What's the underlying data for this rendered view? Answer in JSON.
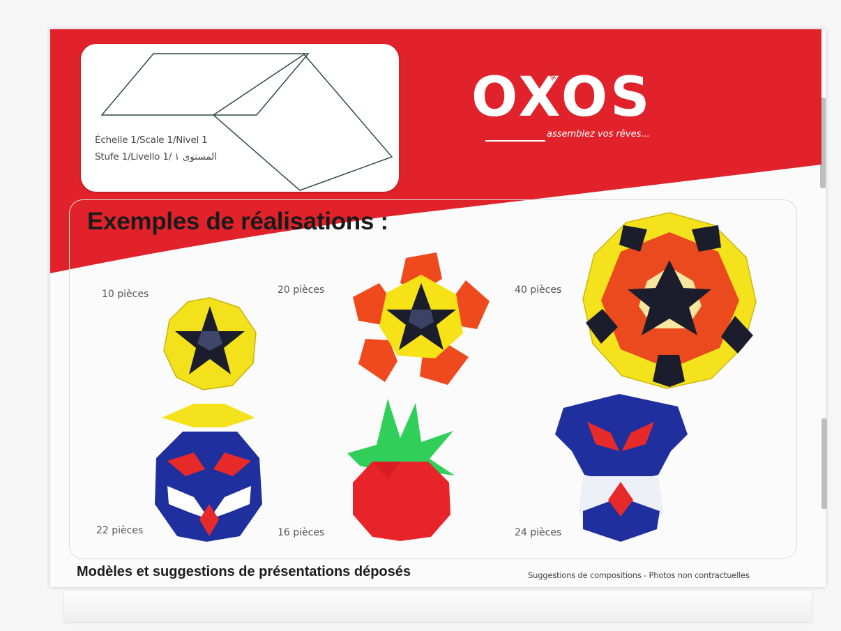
{
  "scale_card": {
    "line1": "Échelle 1/Scale 1/Nivel 1",
    "line2": "Stufe 1/Livello 1/ المستوى ١"
  },
  "logo": {
    "word": "OXOS",
    "game": "GAME",
    "tagline": "assemblez vos rêves..."
  },
  "heading": "Exemples de réalisations :",
  "examples": [
    {
      "label": "10 pièces"
    },
    {
      "label": "20 pièces"
    },
    {
      "label": "40 pièces"
    },
    {
      "label": "22 pièces"
    },
    {
      "label": "16 pièces"
    },
    {
      "label": "24 pièces"
    }
  ],
  "footer": {
    "left": "Modèles et suggestions de présentations déposés",
    "right": "Suggestions de compositions - Photos non contractuelles"
  },
  "colors": {
    "brand_red": "#e2222a",
    "yellow": "#f7e11c",
    "black": "#1a1c2c",
    "orange": "#ee4a1e",
    "blue": "#1f2f9e",
    "green": "#2fcf5a",
    "white": "#ffffff"
  }
}
